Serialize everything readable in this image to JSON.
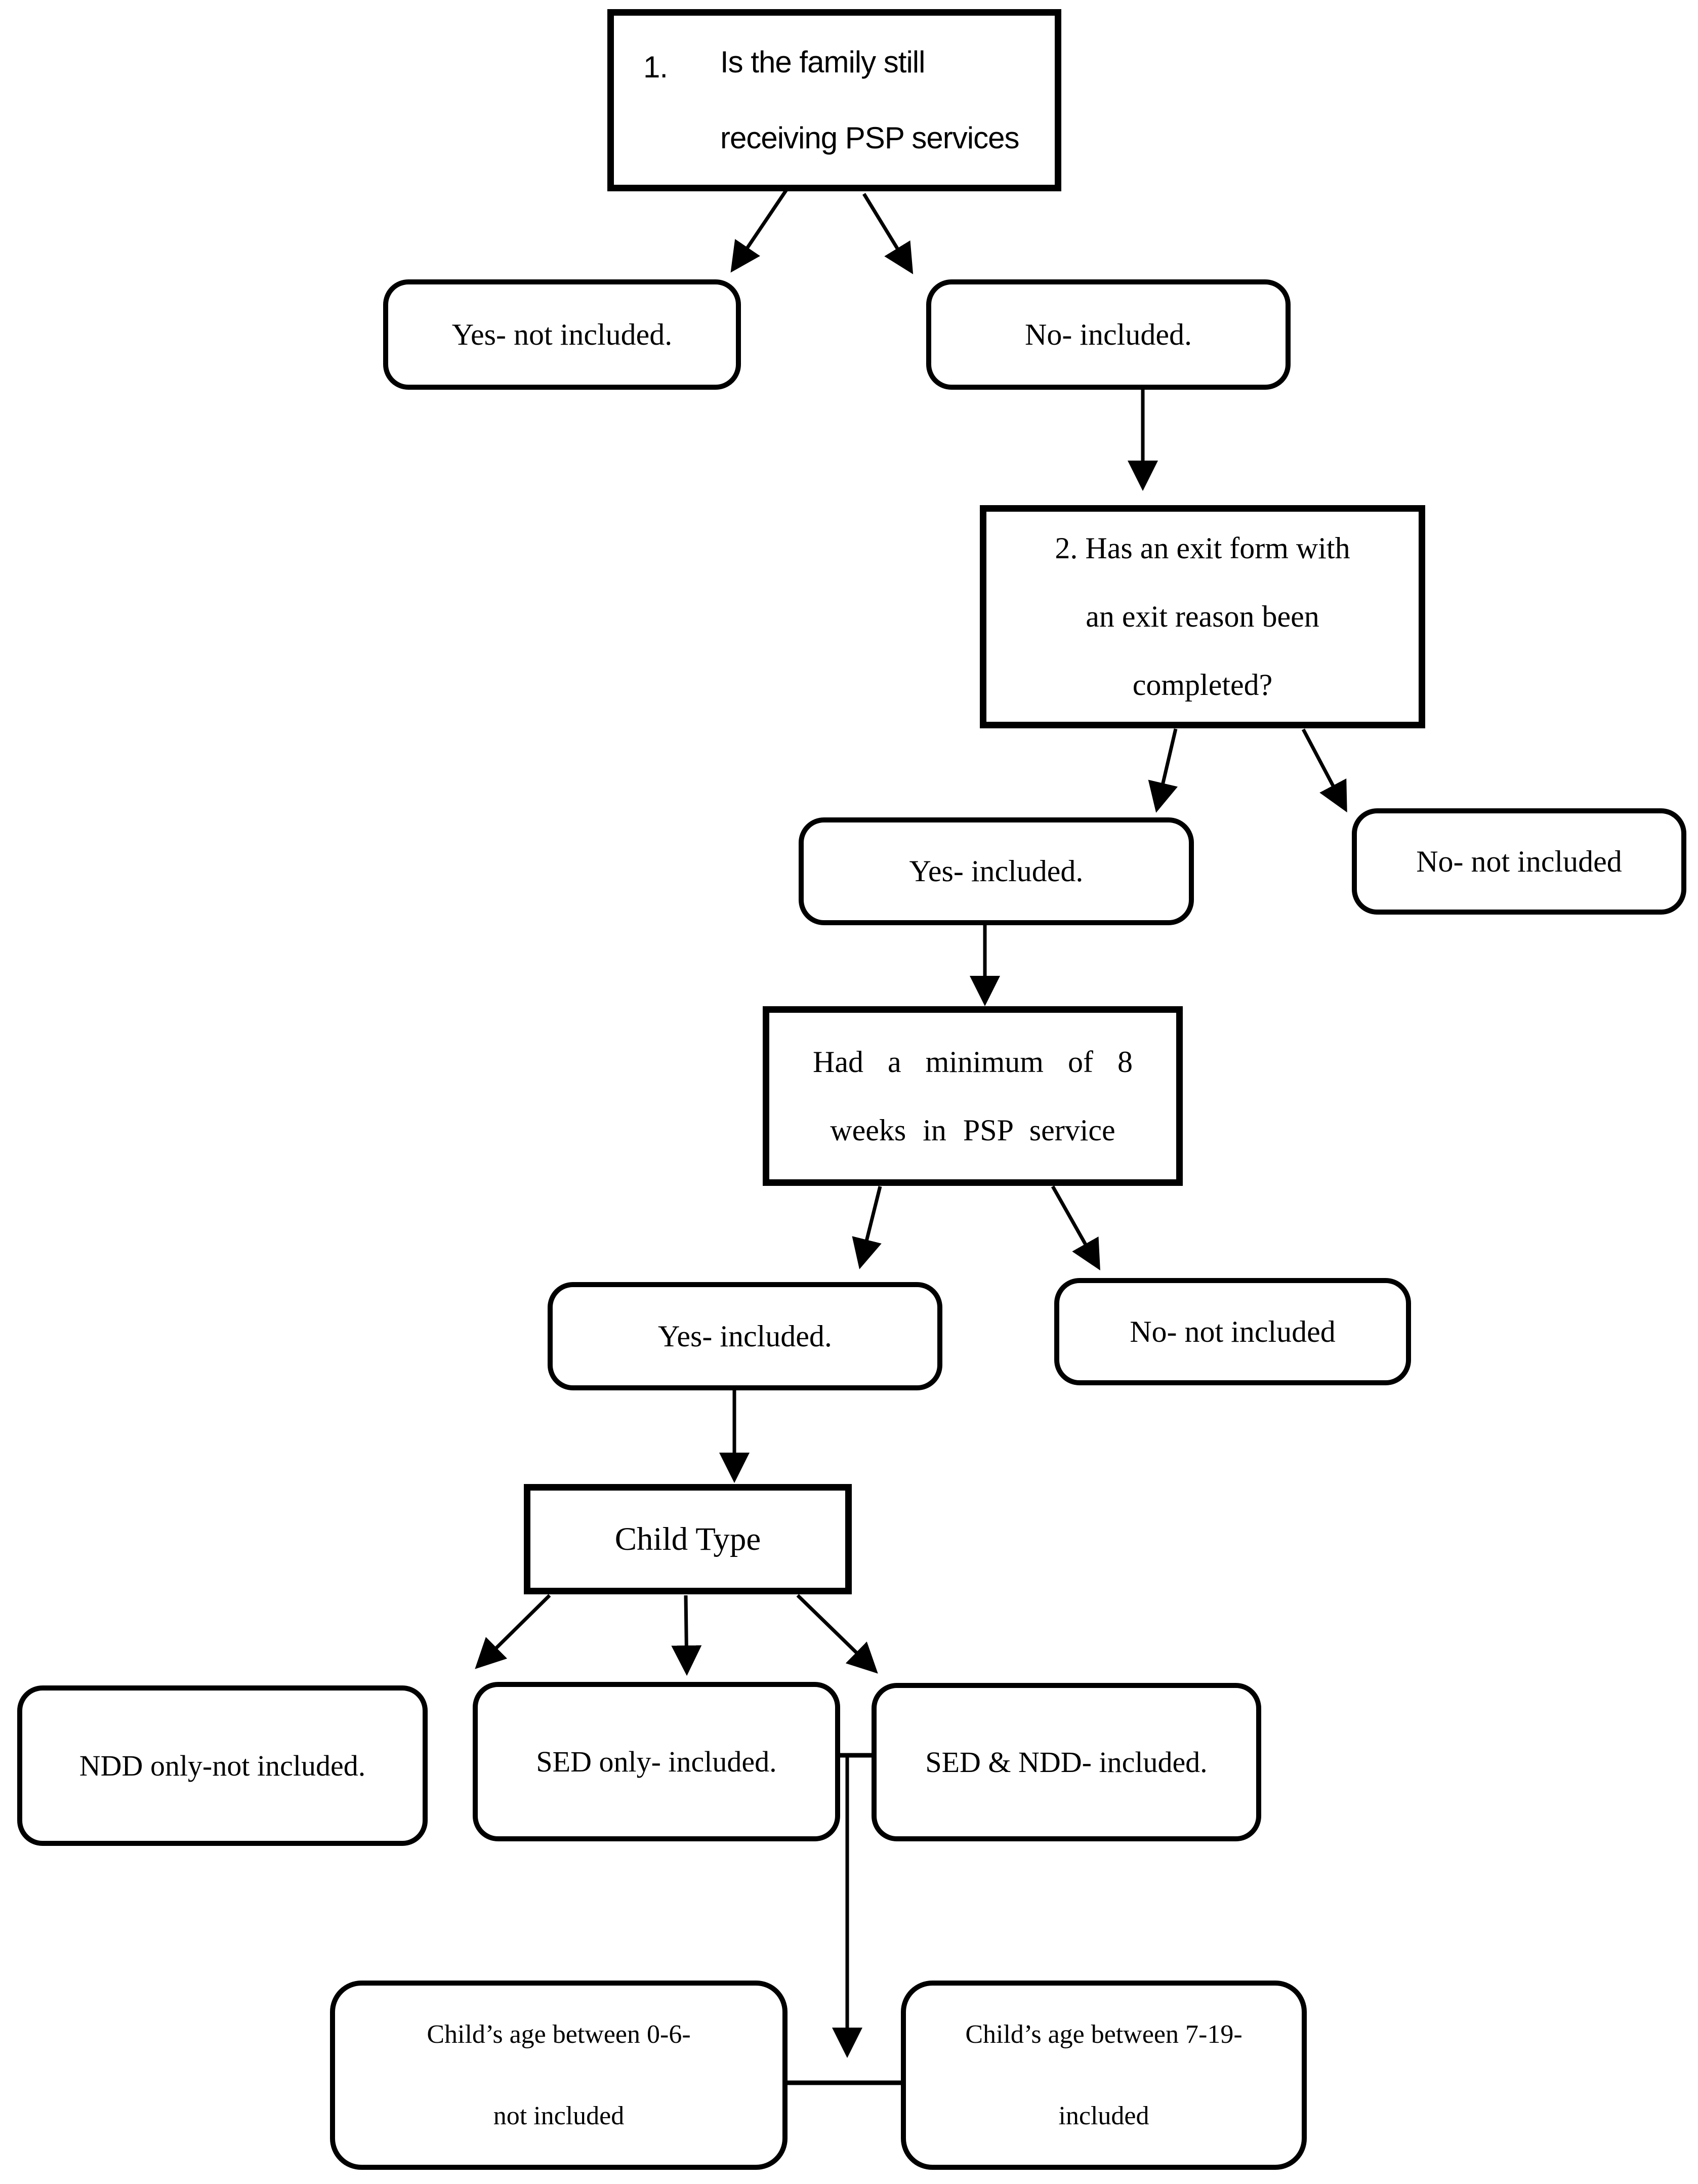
{
  "colors": {
    "ink": "#000000",
    "paper": "#ffffff"
  },
  "nodes": {
    "q1": {
      "number": "1.",
      "lines": "Is the family still\nreceiving PSP services"
    },
    "yes1": {
      "label": "Yes- not included."
    },
    "no1": {
      "label": "No- included."
    },
    "q2": {
      "lines": "2. Has an exit form with\nan exit reason been\ncompleted?"
    },
    "yes2": {
      "label": "Yes- included."
    },
    "no2": {
      "label": "No- not included"
    },
    "q3": {
      "line1": "Had a minimum of 8",
      "line2": "weeks in PSP service"
    },
    "yes3": {
      "label": "Yes- included."
    },
    "no3": {
      "label": "No- not included"
    },
    "child_type": {
      "label": "Child Type"
    },
    "ndd_only": {
      "label": "NDD only-not included."
    },
    "sed_only": {
      "label": "SED only- included."
    },
    "sed_ndd": {
      "label": "SED & NDD- included."
    },
    "age_0_6": {
      "lines": "Child’s age between 0-6-\nnot included"
    },
    "age_7_19": {
      "lines": "Child’s age between 7-19-\nincluded"
    }
  }
}
